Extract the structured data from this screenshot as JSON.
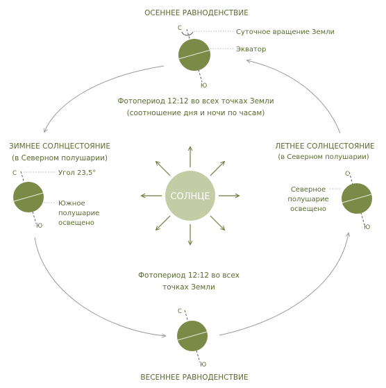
{
  "labels": {
    "autumn_equinox": "ОСЕННЕЕ РАВНОДЕНСТВИЕ",
    "spring_equinox": "ВЕСЕННЕЕ РАВНОДЕНСТВИЕ",
    "winter_solstice": "ЗИМНЕЕ СОЛНЦЕСТОЯНИЕ",
    "winter_solstice_sub": "(в Северном полушарии)",
    "summer_solstice": "ЛЕТНЕЕ СОЛНЦЕСТОЯНИЕ",
    "summer_solstice_sub": "(в Северном полушарии)",
    "daily_rotation": "Суточное вращение Земли",
    "equator": "Экватор",
    "photoperiod_top_1": "Фотопериод 12:12 во всех точках Земли",
    "photoperiod_top_2": "(соотношение дня и ночи по часам)",
    "photoperiod_bottom_1": "Фотопериод 12:12 во всех",
    "photoperiod_bottom_2": "точках Земли",
    "tilt_angle": "Угол 23,5°",
    "south_lit_1": "Южное",
    "south_lit_2": "полушарие",
    "south_lit_3": "освещено",
    "north_lit_1": "Северное",
    "north_lit_2": "полушарие",
    "north_lit_3": "освещено",
    "sun": "СОЛНЦЕ",
    "north_pole": "С",
    "south_pole": "Ю"
  },
  "colors": {
    "text": "#586b2e",
    "planet": "#7b8b47",
    "sun": "#c4cca6",
    "rays": "#6b7a3a",
    "orbit": "#9a9a9a"
  },
  "tilt_deg": 23.5
}
